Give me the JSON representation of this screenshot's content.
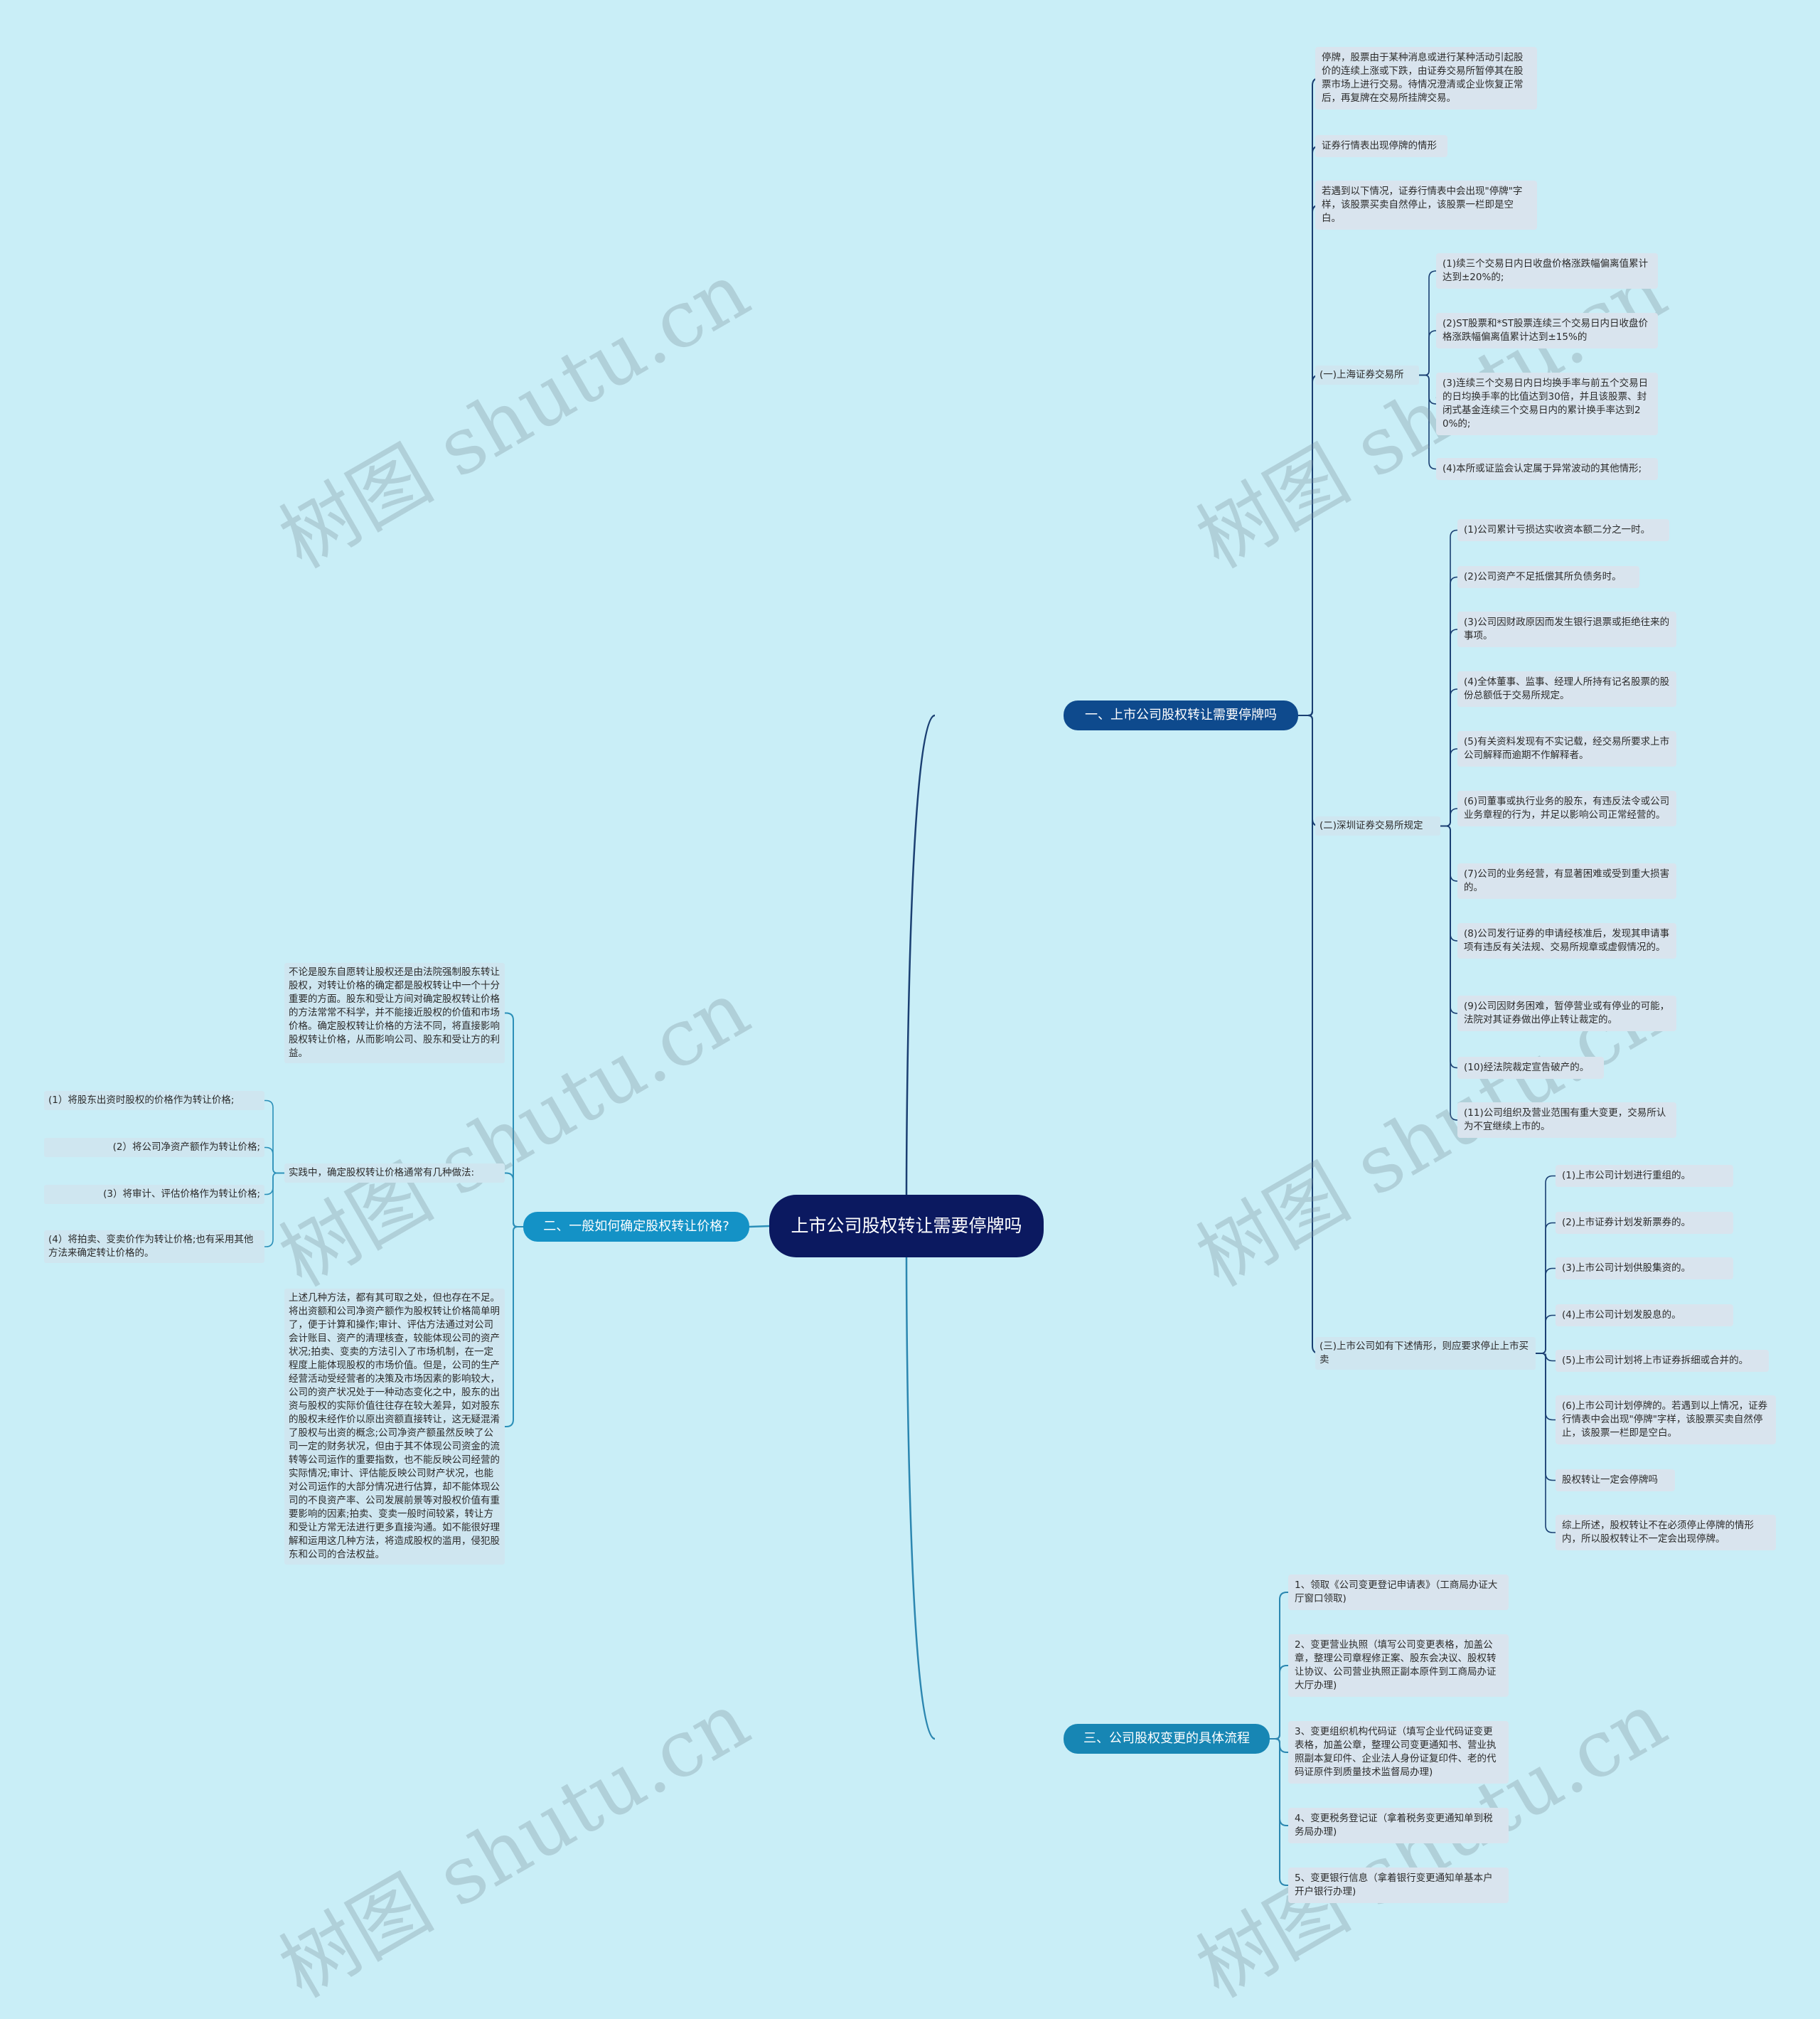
{
  "colors": {
    "background": "#c9eef7",
    "root": "#0b1960",
    "branch1": "#0e4a8d",
    "branch2": "#1492c6",
    "branch3": "#1786b4",
    "line1": "#1a3f72",
    "line2": "#2b8fb8",
    "line3": "#2b86b0",
    "leaf": "#d9e4ee"
  },
  "watermark": "树图 shutu.cn",
  "root": {
    "title": "上市公司股权转让需要停牌吗"
  },
  "branch1": {
    "label": "一、上市公司股权转让需要停牌吗",
    "intro": [
      "停牌，股票由于某种消息或进行某种活动引起股价的连续上涨或下跌，由证券交易所暂停其在股票市场上进行交易。待情况澄清或企业恢复正常后，再复牌在交易所挂牌交易。",
      "证券行情表出现停牌的情形",
      "若遇到以下情况，证券行情表中会出现\"停牌\"字样，该股票买卖自然停止，该股票一栏即是空白。"
    ],
    "shanghai": {
      "label": "(一)上海证券交易所",
      "items": [
        "(1)续三个交易日内日收盘价格涨跌幅偏离值累计达到±20%的;",
        "(2)ST股票和*ST股票连续三个交易日内日收盘价格涨跌幅偏离值累计达到±15%的",
        "(3)连续三个交易日内日均换手率与前五个交易日的日均换手率的比值达到30倍，并且该股票、封闭式基金连续三个交易日内的累计换手率达到20%的;",
        "(4)本所或证监会认定属于异常波动的其他情形;"
      ]
    },
    "shenzhen": {
      "label": "(二)深圳证券交易所规定",
      "items": [
        "(1)公司累计亏损达实收资本额二分之一时。",
        "(2)公司资产不足抵偿其所负债务时。",
        "(3)公司因财政原因而发生银行退票或拒绝往来的事项。",
        "(4)全体董事、监事、经理人所持有记名股票的股份总额低于交易所规定。",
        "(5)有关资料发现有不实记载，经交易所要求上市公司解释而逾期不作解释者。",
        "(6)司董事或执行业务的股东，有违反法令或公司业务章程的行为，并足以影响公司正常经营的。",
        "(7)公司的业务经营，有显著困难或受到重大损害的。",
        "(8)公司发行证券的申请经核准后，发现其申请事项有违反有关法规、交易所规章或虚假情况的。",
        "(9)公司因财务困难，暂停营业或有停业的可能，法院对其证券做出停止转让裁定的。",
        "(10)经法院裁定宣告破产的。",
        "(11)公司组织及营业范围有重大变更，交易所认为不宜继续上市的。"
      ]
    },
    "listed": {
      "label": "(三)上市公司如有下述情形，则应要求停止上市买卖",
      "items": [
        "(1)上市公司计划进行重组的。",
        "(2)上市证券计划发新票券的。",
        "(3)上市公司计划供股集资的。",
        "(4)上市公司计划发股息的。",
        "(5)上市公司计划将上市证券拆细或合并的。",
        "(6)上市公司计划停牌的。若遇到以上情况，证券行情表中会出现\"停牌\"字样，该股票买卖自然停止，该股票一栏即是空白。",
        "股权转让一定会停牌吗",
        "综上所述，股权转让不在必须停止停牌的情形内，所以股权转让不一定会出现停牌。"
      ]
    }
  },
  "branch2": {
    "label": "二、一般如何确定股权转让价格?",
    "intro": "不论是股东自愿转让股权还是由法院强制股东转让股权，对转让价格的确定都是股权转让中一个十分重要的方面。股东和受让方间对确定股权转让价格的方法常常不科学，并不能接近股权的价值和市场价格。确定股权转让价格的方法不同，将直接影响股权转让价格，从而影响公司、股东和受让方的利益。",
    "practice": "实践中，确定股权转让价格通常有几种做法:",
    "methods": [
      "(1）将股东出资时股权的价格作为转让价格;",
      "(2）将公司净资产额作为转让价格;",
      "(3）将审计、评估价格作为转让价格;",
      "(4）将拍卖、变卖价作为转让价格;也有采用其他方法来确定转让价格的。"
    ],
    "summary": "上述几种方法，都有其可取之处，但也存在不足。将出资额和公司净资产额作为股权转让价格简单明了，便于计算和操作;审计、评估方法通过对公司会计账目、资产的清理核查，较能体现公司的资产状况;拍卖、变卖的方法引入了市场机制，在一定程度上能体现股权的市场价值。但是，公司的生产经营活动受经营者的决策及市场因素的影响较大，公司的资产状况处于一种动态变化之中，股东的出资与股权的实际价值往往存在较大差异，如对股东的股权未经作价以原出资额直接转让，这无疑混淆了股权与出资的概念;公司净资产额虽然反映了公司一定的财务状况，但由于其不体现公司资金的流转等公司运作的重要指数，也不能反映公司经营的实际情况;审计、评估能反映公司财产状况，也能对公司运作的大部分情况进行估算，却不能体现公司的不良资产率、公司发展前景等对股权价值有重要影响的因素;拍卖、变卖一般时间较紧，转让方和受让方常无法进行更多直接沟通。如不能很好理解和运用这几种方法，将造成股权的滥用，侵犯股东和公司的合法权益。"
  },
  "branch3": {
    "label": "三、公司股权变更的具体流程",
    "steps": [
      "1、领取《公司变更登记申请表》（工商局办证大厅窗口领取)",
      "2、变更营业执照（填写公司变更表格，加盖公章，整理公司章程修正案、股东会决议、股权转让协议、公司营业执照正副本原件到工商局办证大厅办理)",
      "3、变更组织机构代码证（填写企业代码证变更表格，加盖公章，整理公司变更通知书、营业执照副本复印件、企业法人身份证复印件、老的代码证原件到质量技术监督局办理)",
      "4、变更税务登记证（拿着税务变更通知单到税务局办理)",
      "5、变更银行信息（拿着银行变更通知单基本户开户银行办理)"
    ]
  }
}
